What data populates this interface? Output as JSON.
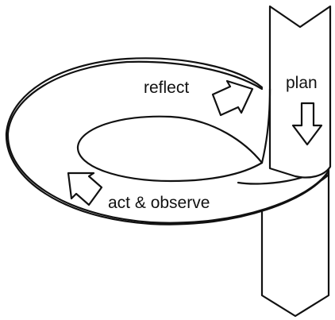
{
  "diagram": {
    "labels": {
      "reflect": "reflect",
      "plan": "plan",
      "act_observe": "act & observe"
    },
    "colors": {
      "stroke": "#111111",
      "background": "#ffffff"
    }
  }
}
